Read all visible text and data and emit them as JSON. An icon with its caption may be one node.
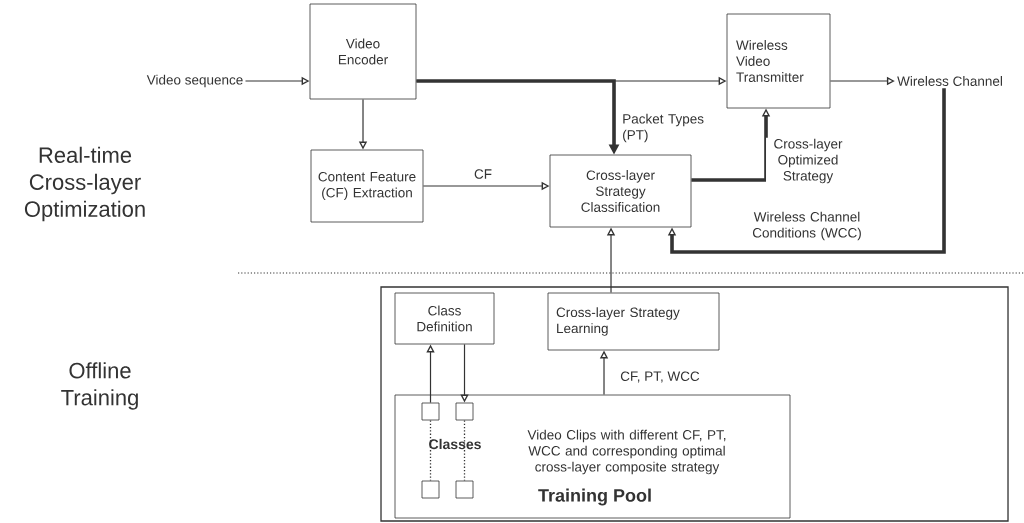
{
  "diagram": {
    "nodes": [
      {
        "text": [
          "Video sequence"
        ]
      },
      {
        "text": [
          "Video Encoder"
        ]
      },
      {
        "text": [
          "Wireless Video Transmitter"
        ]
      },
      {
        "text": [
          "Wireless Channel"
        ]
      },
      {
        "text": [
          "Content Feature (CF) Extraction"
        ]
      },
      {
        "text": [
          "Cross-layer Strategy Classification"
        ]
      },
      {
        "text": [],
        "shape": "box"
      },
      {
        "text": [
          "Class Definition"
        ],
        "in": 6
      },
      {
        "text": [
          "Cross-layer Strategy Learning"
        ],
        "in": 6
      },
      {
        "text": [
          "Video Clips with different CF, PT, WCC and corresponding optimal cross-layer composite strategy",
          "Training Pool"
        ],
        "in": 6
      },
      {
        "text": [],
        "shape": "box",
        "in": 9
      },
      {
        "text": [],
        "shape": "box",
        "in": 9
      },
      {
        "text": [],
        "shape": "box",
        "in": 9
      },
      {
        "text": [],
        "shape": "box",
        "in": 9
      }
    ],
    "edges": [
      {
        "from": 0,
        "to": 1,
        "arrow": "to"
      },
      {
        "from": 1,
        "to": 2,
        "arrow": "to"
      },
      {
        "from": 2,
        "to": 3,
        "arrow": "to"
      },
      {
        "from": 1,
        "to": 4,
        "arrow": "to"
      },
      {
        "from": 4,
        "to": 5,
        "arrow": "to",
        "label": "CF"
      },
      {
        "from": 1,
        "to": 5,
        "arrow": "to",
        "label": "Packet Types (PT)",
        "style": "thick"
      },
      {
        "from": 5,
        "to": 2,
        "arrow": "to",
        "label": "Cross-layer Optimized Strategy",
        "style": "thick"
      },
      {
        "from": 3,
        "to": 5,
        "arrow": "to",
        "label": "Wireless Channel Conditions (WCC)",
        "style": "thick"
      },
      {
        "from": 8,
        "to": 5,
        "arrow": "to"
      },
      {
        "from": 10,
        "to": 7,
        "arrow": "to"
      },
      {
        "from": 7,
        "to": 11,
        "arrow": "to"
      },
      {
        "from": 9,
        "to": 8,
        "arrow": "to",
        "label": "CF, PT, WCC"
      },
      {
        "from": 10,
        "to": 12,
        "arrow": "none",
        "style": "dashed"
      },
      {
        "from": 11,
        "to": 13,
        "arrow": "none",
        "style": "dashed"
      }
    ],
    "labels": [
      "Real-time Cross-layer Optimization",
      "Offline Training",
      "Classes"
    ]
  }
}
